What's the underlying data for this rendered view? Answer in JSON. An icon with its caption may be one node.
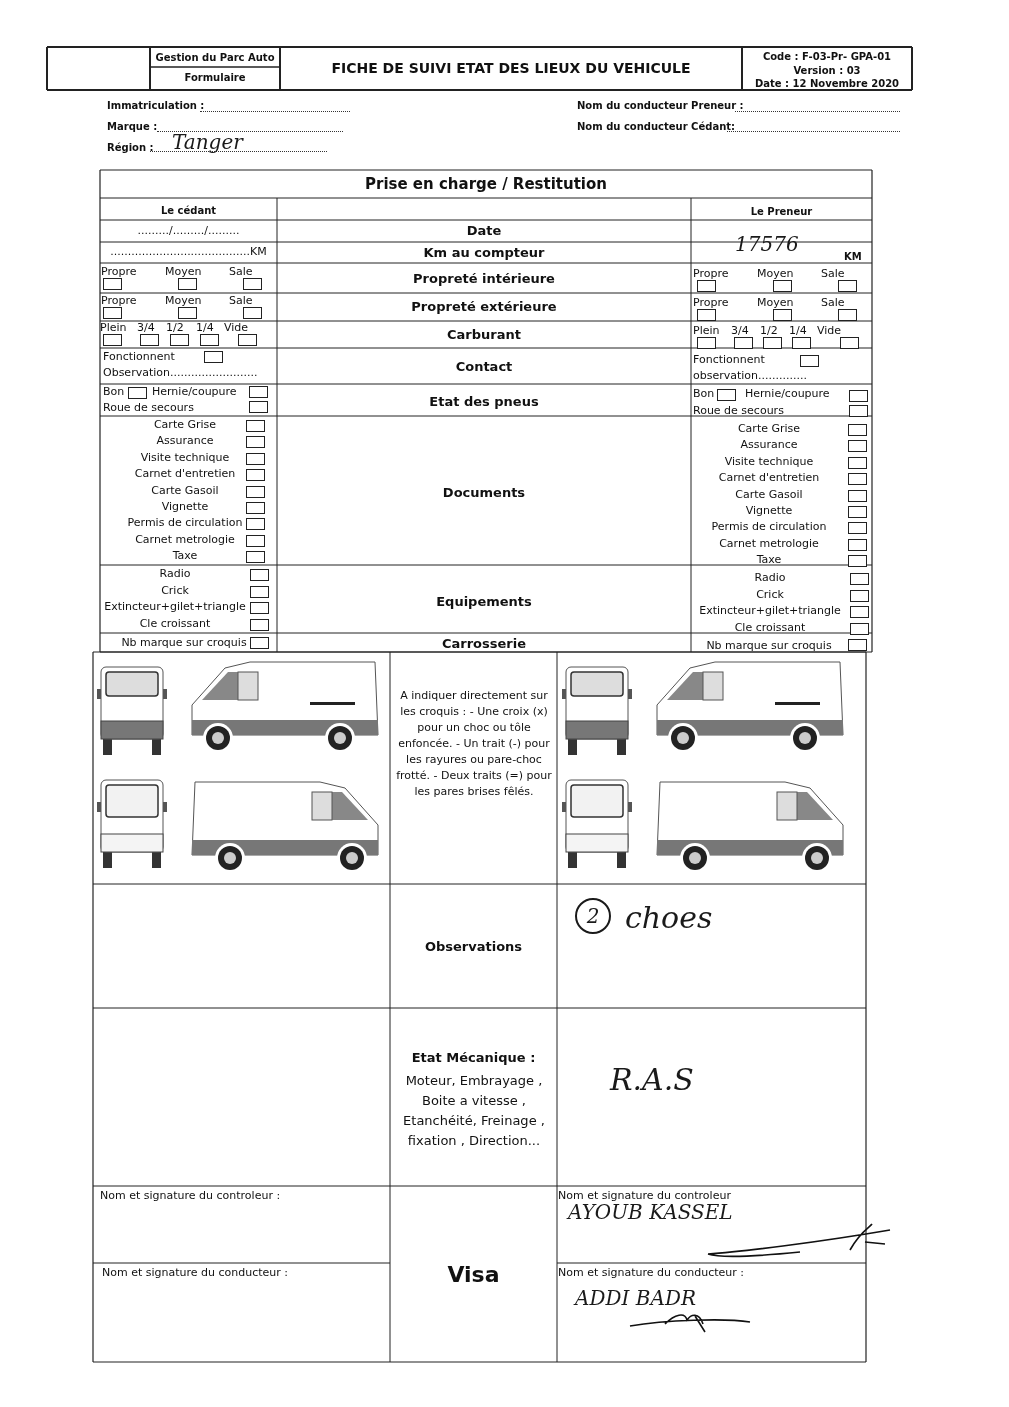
{
  "diagram": {
    "title": "FICHE DE SUIVI ETAT DES LIEUX DU VEHICULE",
    "labels": [
      "Gestion du Parc Auto",
      "Formulaire",
      "Code : F-03-Pr- GPA-01",
      "Version : 03",
      "Date : 12 Novembre 2020",
      "Immatriculation :",
      "Nom du conducteur Preneur :",
      "Marque :",
      "Nom du conducteur Cédant:",
      "Région :",
      "Tanger",
      "Prise en charge / Restitution",
      "Le cédant",
      "Le Preneur",
      "........./........./.........",
      "Date",
      "........................................KM",
      "Km au compteur",
      "17576",
      "KM",
      "Propre",
      "Moyen",
      "Sale",
      "Propreté intérieure",
      "Propre",
      "Moyen",
      "Sale",
      "Propre",
      "Moyen",
      "Sale",
      "Propreté extérieure",
      "Propre",
      "Moyen",
      "Sale",
      "Plein",
      "3/4",
      "1/2",
      "1/4",
      "Vide",
      "Carburant",
      "Plein",
      "3/4",
      "1/2",
      "1/4",
      "Vide",
      "Fonctionnent",
      "Observation.........................",
      "Contact",
      "Fonctionnent",
      "observation..............",
      "Bon",
      "Hernie/coupure",
      "Roue de secours",
      "Etat des pneus",
      "Bon",
      "Hernie/coupure",
      "Roue de secours",
      "Carte Grise",
      "Assurance",
      "Visite technique",
      "Carnet d'entretien",
      "Carte Gasoil",
      "Vignette",
      "Permis de circulation",
      "Carnet metrologie",
      "Taxe",
      "Documents",
      "Carte Grise",
      "Assurance",
      "Visite technique",
      "Carnet d'entretien",
      "Carte Gasoil",
      "Vignette",
      "Permis de circulation",
      "Carnet metrologie",
      "Taxe",
      "Radio",
      "Crick",
      "Extincteur+gilet+triangle",
      "Cle croissant",
      "Equipements",
      "Radio",
      "Crick",
      "Extincteur+gilet+triangle",
      "Cle croissant",
      "Nb marque sur croquis",
      "Carrosserie",
      "Nb marque sur croquis",
      "A indiquer directement sur les croquis : - Une croix (x) pour un choc ou tôle enfoncée. - Un trait (-) pour les rayures ou pare-choc frotté. - Deux traits (=) pour les pares brises fêlés.",
      "Observations",
      "2",
      "choes",
      "Etat Mécanique :",
      "Moteur, Embrayage , Boite a vitesse , Etanchéité, Freinage , fixation , Direction...",
      "R.A.S",
      "Nom et signature du controleur :",
      "Nom et signature du controleur",
      "AYOUB KASSEL",
      "Visa",
      "Nom et signature du conducteur :",
      "Nom et signature du conducteur :",
      "ADDI BADR"
    ]
  }
}
